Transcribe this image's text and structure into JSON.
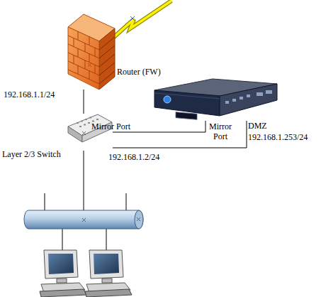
{
  "diagram": {
    "nodes": [
      {
        "text": [
          "Router (FW)",
          "192.168.1.1/24"
        ]
      },
      {
        "text": [
          "Mirror Port",
          "Layer 2/3 Switch",
          "192.168.1.2/24"
        ]
      },
      {
        "text": [
          "Mirror Port",
          "DMZ",
          "192.168.1.253/24"
        ]
      }
    ],
    "edges": [
      {
        "from": 0,
        "to": 1,
        "arrow": "none"
      },
      {
        "from": 1,
        "to": 2,
        "arrow": "none"
      },
      {
        "from": 1,
        "to": 2,
        "arrow": "none"
      }
    ]
  }
}
